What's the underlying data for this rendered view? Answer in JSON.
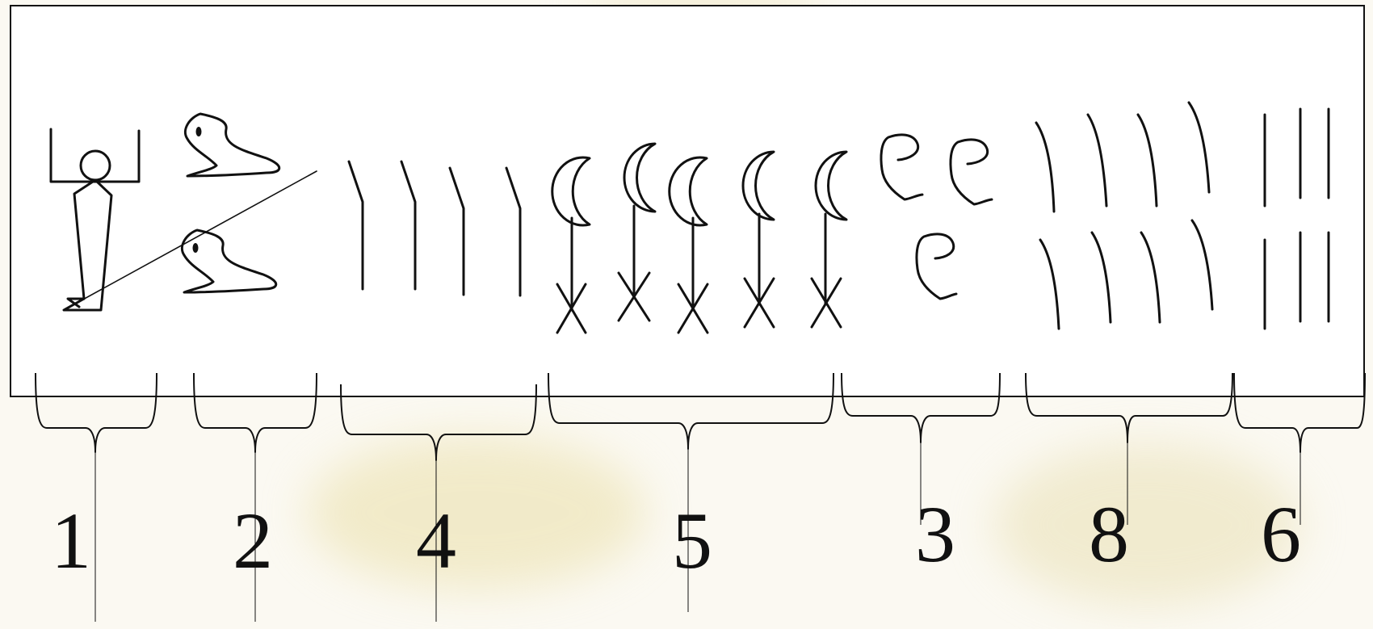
{
  "digits": {
    "group_1": "1",
    "group_2": "2",
    "group_3": "4",
    "group_4": "5",
    "group_5": "3",
    "group_6": "8",
    "group_7": "6"
  },
  "colors": {
    "ink": "#111111",
    "panel": "#ffffff",
    "page": "#fbf9f2",
    "background_tint": "#eee3b8"
  }
}
